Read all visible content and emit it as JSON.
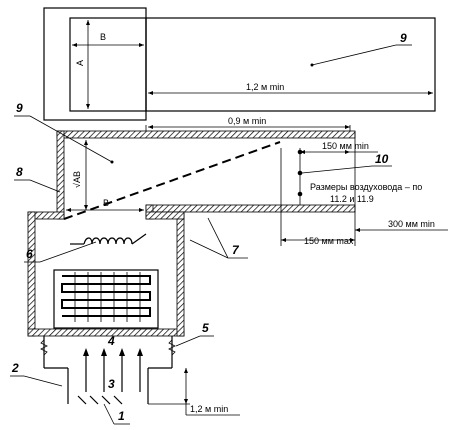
{
  "labels": {
    "n1": "1",
    "n2": "2",
    "n3": "3",
    "n4": "4",
    "n5": "5",
    "n6": "6",
    "n7": "7",
    "n8": "8",
    "n9_top": "9",
    "n9_mid": "9",
    "n10": "10"
  },
  "dimensions": {
    "b_top": "B",
    "a_top": "A",
    "len_top": "1,2 м min",
    "len_mid": "0,9 м min",
    "sqrt_ab": "√AB",
    "b_mid": "B",
    "d150_min": "150 мм min",
    "d150_max": "150 мм max",
    "d300_min": "300 мм min",
    "h12_min": "1,2 м min"
  },
  "notes": {
    "duct_line1": "Размеры воздуховода – по",
    "duct_line2": "11.2 и 11.9"
  }
}
